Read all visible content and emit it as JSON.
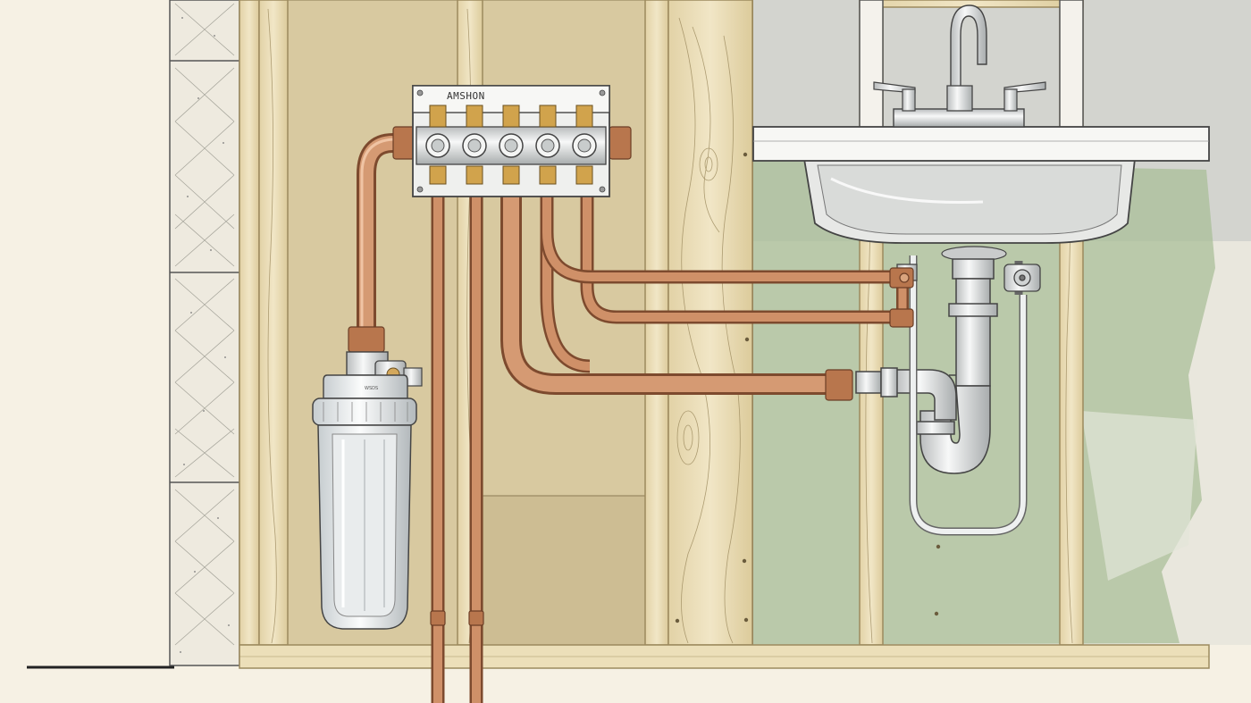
{
  "manifold": {
    "label": "AMSHON",
    "outlet_count": 5
  },
  "filter": {
    "housing_mark": "WSDS"
  },
  "palette": {
    "paper": "#f6f1e4",
    "block": "#eeeadf",
    "sheathing": "#d8c9a0",
    "stud": "#ecdfb9",
    "stud_edge": "#9c8a5e",
    "copper": "#c98a62",
    "copper_dark": "#7d4a2e",
    "brass": "#d1a34c",
    "chrome": "#dfe1e1",
    "wall_green": "#a9bf98",
    "wall_grey": "#cfd0cc",
    "ink": "#3a3a3a"
  },
  "icons": [
    "faucet-icon",
    "valve-icon",
    "p-trap-icon",
    "filter-icon"
  ]
}
